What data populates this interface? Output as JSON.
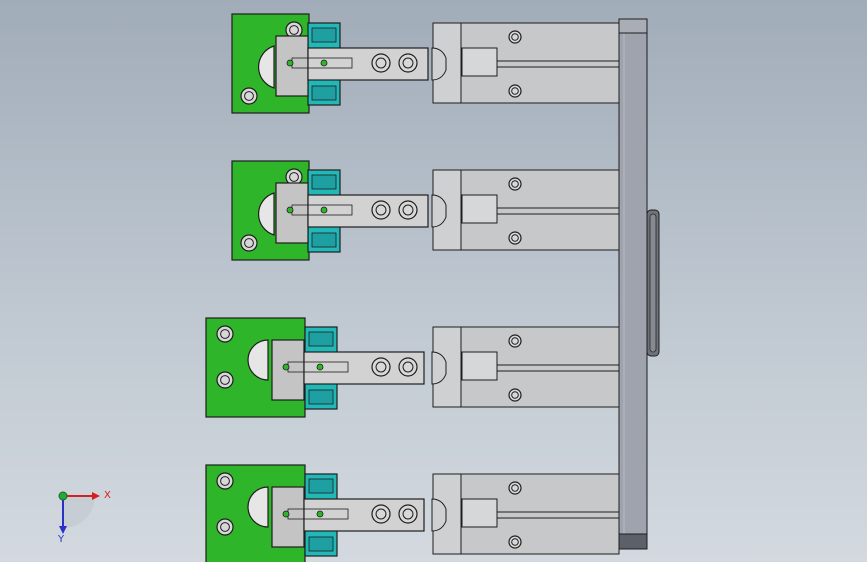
{
  "triad": {
    "x_label": "X",
    "y_label": "Y",
    "x_color": "#d42020",
    "y_color": "#2a30c8",
    "origin_color": "#27a83a"
  },
  "colors": {
    "background_top": "#a1acb9",
    "background_bottom": "#d3d9df",
    "fixture_plate": "#2fb52a",
    "clamp_body": "#22b8b8",
    "steel": "#c4c4c4",
    "cylinder_body": "#c7c8ca",
    "mount_plate": "#9a9ea8",
    "outline": "#1e1e1e"
  },
  "assembly": {
    "clamp_stations": 4,
    "orientation": "top view"
  }
}
